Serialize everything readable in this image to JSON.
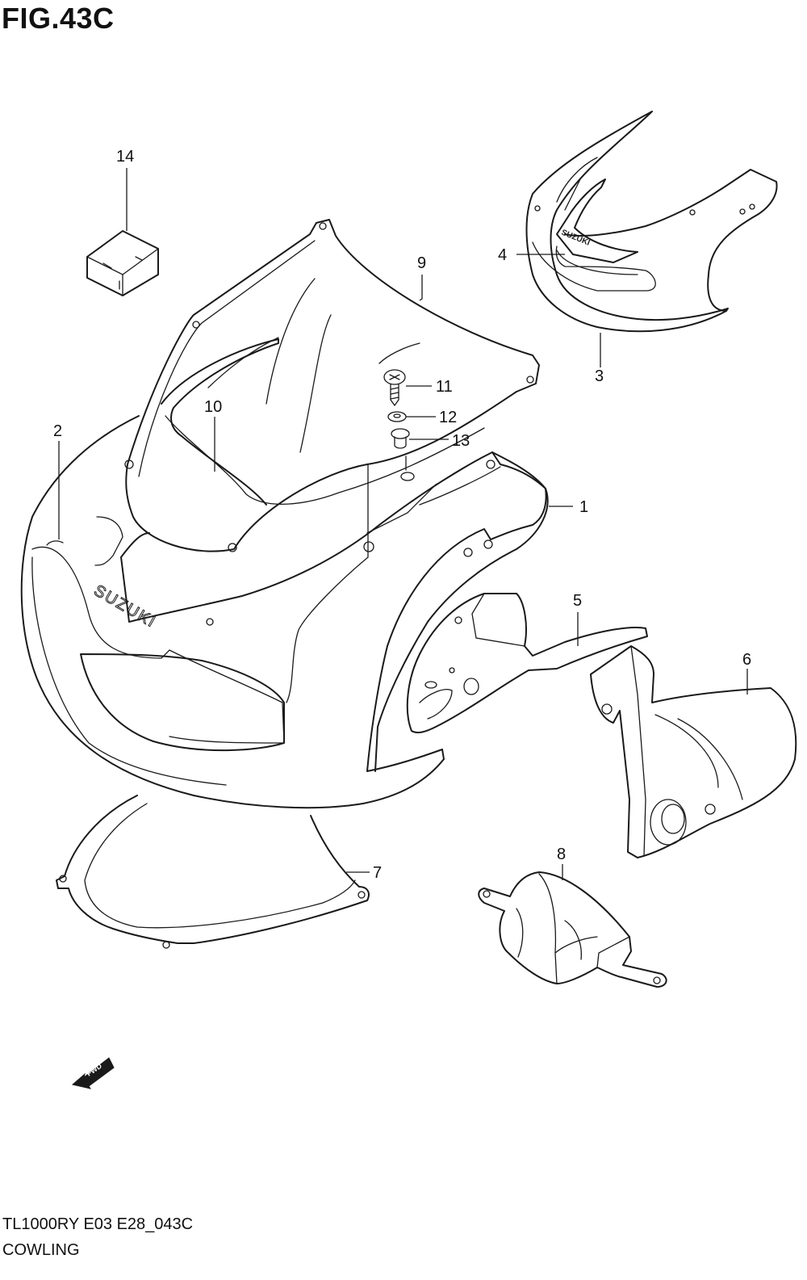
{
  "figure": {
    "title": "FIG.43C",
    "model_code": "TL1000RY E03 E28_043C",
    "section_name": "COWLING"
  },
  "callouts": [
    "1",
    "2",
    "3",
    "4",
    "5",
    "6",
    "7",
    "8",
    "9",
    "10",
    "11",
    "12",
    "13",
    "14"
  ],
  "branding": {
    "logo_text": "SUZUKI"
  },
  "direction_arrow": {
    "label": "FWD"
  }
}
